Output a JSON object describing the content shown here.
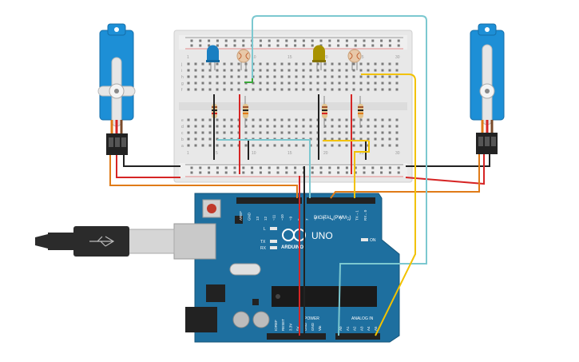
{
  "arduino": {
    "brand": "ARDUINO",
    "model": "UNO",
    "digital_label": "DIGITAL (PWM~)",
    "power_label": "POWER",
    "analog_label": "ANALOG IN",
    "on_label": "ON",
    "l_label": "L",
    "tx_label": "TX",
    "rx_label": "RX",
    "digital_pins": [
      "AREF",
      "GND",
      "13",
      "12",
      "~11",
      "~10",
      "~9",
      "8",
      "7",
      "~6",
      "~5",
      "4",
      "~3",
      "2",
      "TX→1",
      "RX←0"
    ],
    "power_pins": [
      "IOREF",
      "RESET",
      "3.3V",
      "5V",
      "GND",
      "GND",
      "Vin"
    ],
    "analog_pins": [
      "A0",
      "A1",
      "A2",
      "A3",
      "A4",
      "A5"
    ]
  },
  "breadboard": {
    "row_letters_top": [
      "j",
      "i",
      "h",
      "g",
      "f"
    ],
    "row_letters_bottom": [
      "e",
      "d",
      "c",
      "b",
      "a"
    ],
    "column_numbers": [
      "1",
      "",
      "",
      "",
      "5",
      "",
      "",
      "",
      "",
      "10",
      "",
      "",
      "",
      "",
      "15",
      "",
      "",
      "",
      "",
      "20",
      "",
      "",
      "",
      "",
      "25",
      "",
      "",
      "",
      "",
      "30"
    ]
  },
  "colors": {
    "board": "#1e6f9f",
    "servo": "#1d8fd6",
    "wire_red": "#d62525",
    "wire_black": "#222222",
    "wire_orange": "#e07b18",
    "wire_yellow": "#f2c200",
    "wire_cyan": "#7cc8d0",
    "wire_green": "#3aa83a"
  }
}
